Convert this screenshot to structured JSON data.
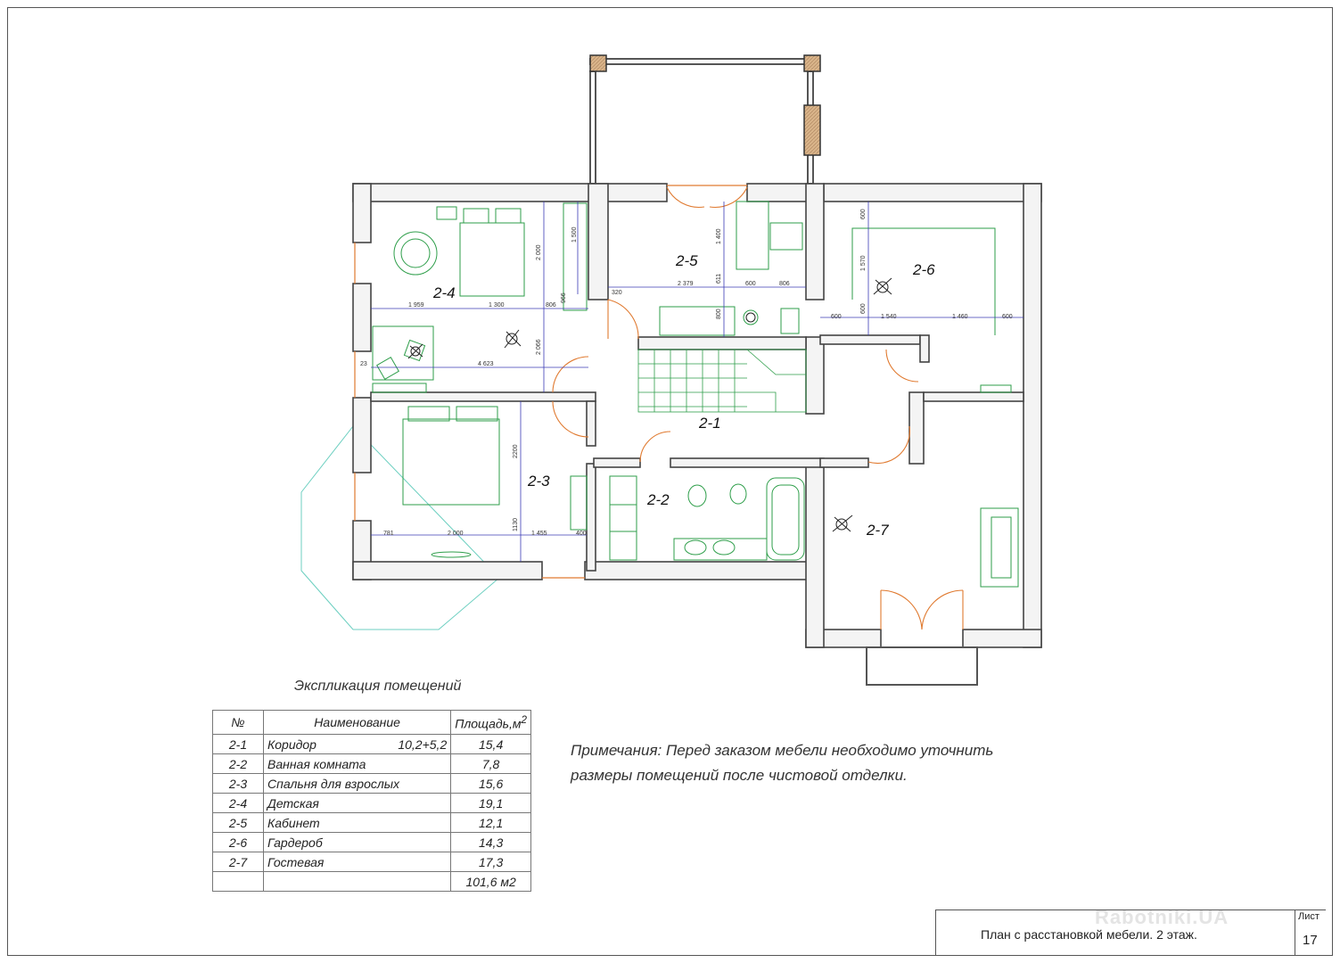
{
  "plan": {
    "rooms": [
      {
        "id": "2-1",
        "label": "2-1"
      },
      {
        "id": "2-2",
        "label": "2-2"
      },
      {
        "id": "2-3",
        "label": "2-3"
      },
      {
        "id": "2-4",
        "label": "2-4"
      },
      {
        "id": "2-5",
        "label": "2-5"
      },
      {
        "id": "2-6",
        "label": "2-6"
      },
      {
        "id": "2-7",
        "label": "2-7"
      }
    ],
    "dimensions": {
      "r24_a": "1 959",
      "r24_b": "1 300",
      "r24_c": "806",
      "r24_d": "4 623",
      "r24_e": "2 000",
      "r24_f": "1 500",
      "r24_g": "966",
      "r24_h": "2 066",
      "r24_i": "23",
      "r25_a": "2 379",
      "r25_b": "600",
      "r25_c": "806",
      "r25_d": "320",
      "r25_e": "1 400",
      "r25_f": "611",
      "r25_g": "800",
      "r26_a": "600",
      "r26_b": "1 540",
      "r26_c": "1 460",
      "r26_d": "600",
      "r26_e": "600",
      "r26_f": "1 570",
      "r26_g": "600",
      "r23_a": "781",
      "r23_b": "2 000",
      "r23_c": "1 455",
      "r23_d": "400",
      "r23_e": "2200",
      "r23_f": "1130"
    },
    "colors": {
      "wall": "#555555",
      "furniture": "#2e9e4a",
      "dimension": "#3b3bb5",
      "door": "#e07a30",
      "column": "#d9b48a"
    }
  },
  "explication": {
    "title": "Экспликация помещений",
    "headers": {
      "no": "№",
      "name": "Наименование",
      "area": "Площадь,м",
      "area_sup": "2"
    },
    "rows": [
      {
        "no": "2-1",
        "name": "Коридор",
        "extra": "10,2+5,2",
        "area": "15,4"
      },
      {
        "no": "2-2",
        "name": "Ванная комната",
        "extra": "",
        "area": "7,8"
      },
      {
        "no": "2-3",
        "name": "Спальня для взрослых",
        "extra": "",
        "area": "15,6"
      },
      {
        "no": "2-4",
        "name": "Детская",
        "extra": "",
        "area": "19,1"
      },
      {
        "no": "2-5",
        "name": "Кабинет",
        "extra": "",
        "area": "12,1"
      },
      {
        "no": "2-6",
        "name": "Гардероб",
        "extra": "",
        "area": "14,3"
      },
      {
        "no": "2-7",
        "name": "Гостевая",
        "extra": "",
        "area": "17,3"
      }
    ],
    "total": "101,6 м2"
  },
  "note": {
    "line1": "Примечания: Перед заказом мебели необходимо уточнить",
    "line2": "размеры помещений после чистовой отделки."
  },
  "title_block": {
    "title": "План с расстановкой мебели. 2 этаж.",
    "sheet_label": "Лист",
    "sheet_number": "17"
  },
  "watermark": "Rabotniki.UA"
}
